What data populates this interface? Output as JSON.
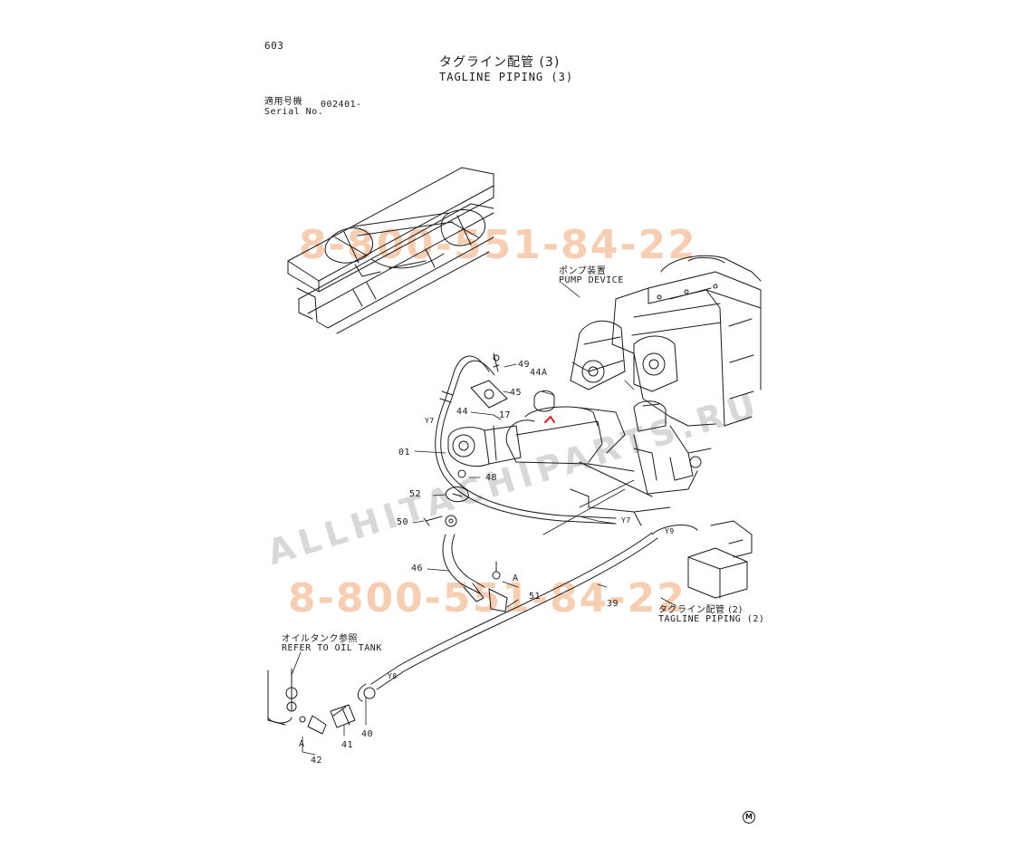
{
  "header": {
    "page_number": "603",
    "title_jp": "タグライン配管 (3)",
    "title_en": "TAGLINE PIPING (3)",
    "serial_label_jp": "適用号機",
    "serial_label_en": "Serial No.",
    "serial_value": "002401-"
  },
  "annotations": {
    "pump_jp": "ポンプ装置",
    "pump_en": "PUMP DEVICE",
    "tagline2_jp": "タグライン配管 (2)",
    "tagline2_en": "TAGLINE PIPING (2)",
    "oiltank_jp": "オイルタンク参照",
    "oiltank_en": "REFER TO OIL TANK"
  },
  "callouts": {
    "p49": "49",
    "p44a": "44A",
    "p45": "45",
    "p44": "44",
    "p17": "17",
    "y7_top": "Y7",
    "p01": "01",
    "p48": "48",
    "p52": "52",
    "p50": "50",
    "p46": "46",
    "a_mid": "A",
    "p51": "51",
    "p39": "39",
    "y7_right": "Y7",
    "y9": "Y9",
    "y8": "Y8",
    "a_low": "A",
    "p42": "42",
    "p41": "41",
    "p40": "40"
  },
  "watermarks": {
    "phone_top": "8-800-551-84-22",
    "phone_bottom": "8-800-551-84-22",
    "site": "ALLHITACHIPARTS.RU"
  },
  "footer": {
    "mark": "M"
  },
  "colors": {
    "ink": "#1a1a1a",
    "watermark_phone": "#f6c6a4",
    "watermark_site": "#cfcfcf",
    "highlight": "#e0201e"
  }
}
